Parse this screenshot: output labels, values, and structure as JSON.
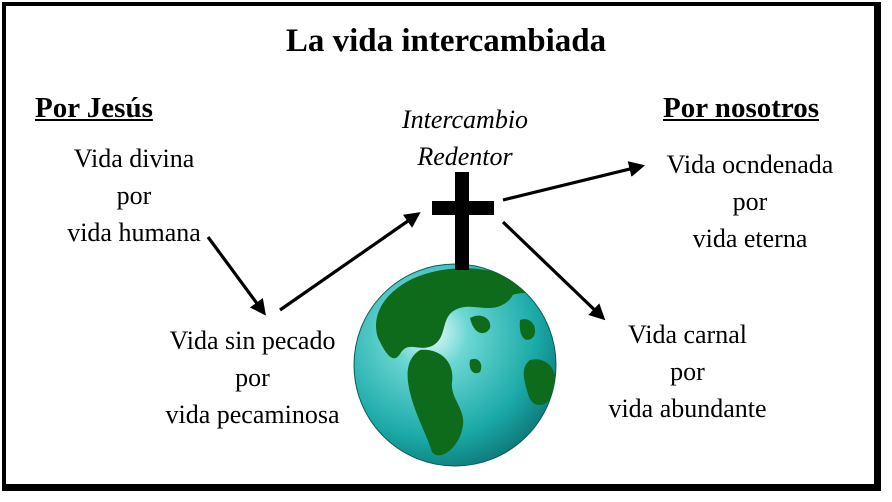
{
  "title": "La vida intercambiada",
  "left_heading": "Por Jesús",
  "right_heading": "Por nosotros",
  "center_label": [
    "Intercambio",
    "Redentor"
  ],
  "blocks": {
    "top_left": [
      "Vida divina",
      "por",
      "vida humana"
    ],
    "bottom_left": [
      "Vida sin pecado",
      "por",
      "vida pecaminosa"
    ],
    "top_right": [
      "Vida ocndenada",
      "por",
      "vida eterna"
    ],
    "bottom_right": [
      "Vida carnal",
      "por",
      "vida abundante"
    ]
  },
  "colors": {
    "ocean": "#1fb2b0",
    "land": "#0e6b1c",
    "ink": "#000000"
  },
  "icons": [
    "cross-icon",
    "globe-icon",
    "arrow-icon"
  ]
}
